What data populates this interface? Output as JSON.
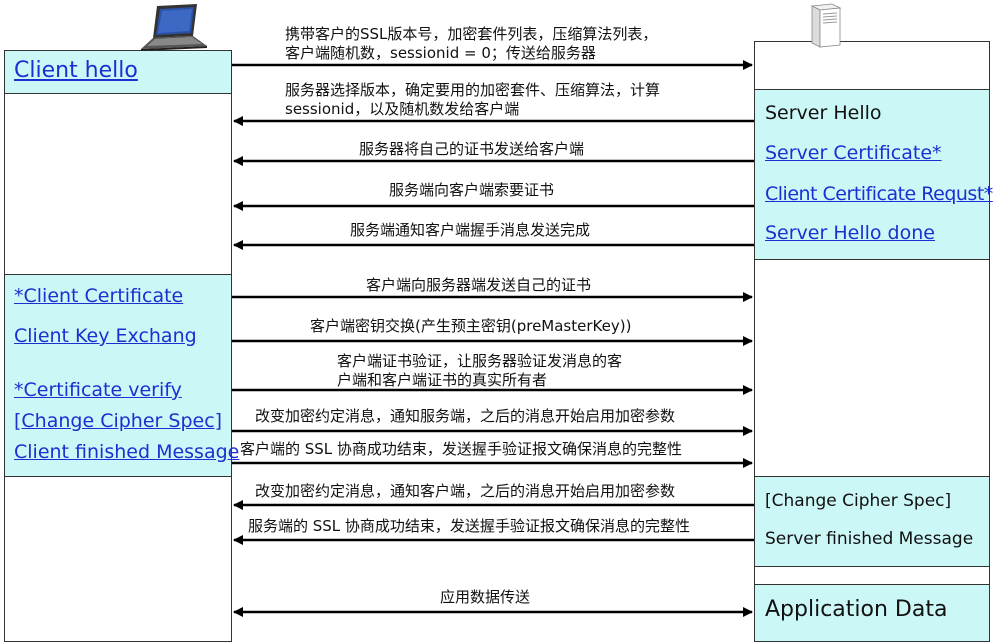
{
  "client": {
    "hello": "Client hello",
    "items": [
      "*Client Certificate",
      "Client Key Exchang",
      "*Certificate verify",
      "[Change Cipher Spec]",
      "Client finished Message"
    ]
  },
  "server": {
    "hello": "Server Hello",
    "certificate": "Server Certificate*",
    "cert_request": "Client Certificate Requst*",
    "hello_done": "Server Hello done",
    "change_cipher": "[Change Cipher Spec]",
    "finished": "Server finished Message",
    "app_data": "Application Data"
  },
  "messages": [
    {
      "lines": [
        "携带客户的SSL版本号，加密套件列表，压缩算法列表，",
        "客户端随机数，sessionid = 0；传送给服务器"
      ]
    },
    {
      "lines": [
        "服务器选择版本，确定要用的加密套件、压缩算法，计算",
        "sessionid，以及随机数发给客户端"
      ]
    },
    {
      "lines": [
        "服务器将自己的证书发送给客户端"
      ]
    },
    {
      "lines": [
        "服务端向客户端索要证书"
      ]
    },
    {
      "lines": [
        "服务端通知客户端握手消息发送完成"
      ]
    },
    {
      "lines": [
        "客户端向服务器端发送自己的证书"
      ]
    },
    {
      "lines": [
        "客户端密钥交换(产生预主密钥(preMasterKey))"
      ]
    },
    {
      "lines": [
        "客户端证书验证，让服务器验证发消息的客",
        "户端和客户端证书的真实所有者"
      ]
    },
    {
      "lines": [
        "改变加密约定消息，通知服务端，之后的消息开始启用加密参数"
      ]
    },
    {
      "lines": [
        "客户端的 SSL 协商成功结束，发送握手验证报文确保消息的完整性"
      ]
    },
    {
      "lines": [
        "改变加密约定消息，通知客户端，之后的消息开始启用加密参数"
      ]
    },
    {
      "lines": [
        "服务端的 SSL 协商成功结束，发送握手验证报文确保消息的完整性"
      ]
    },
    {
      "lines": [
        "应用数据传送"
      ]
    }
  ]
}
